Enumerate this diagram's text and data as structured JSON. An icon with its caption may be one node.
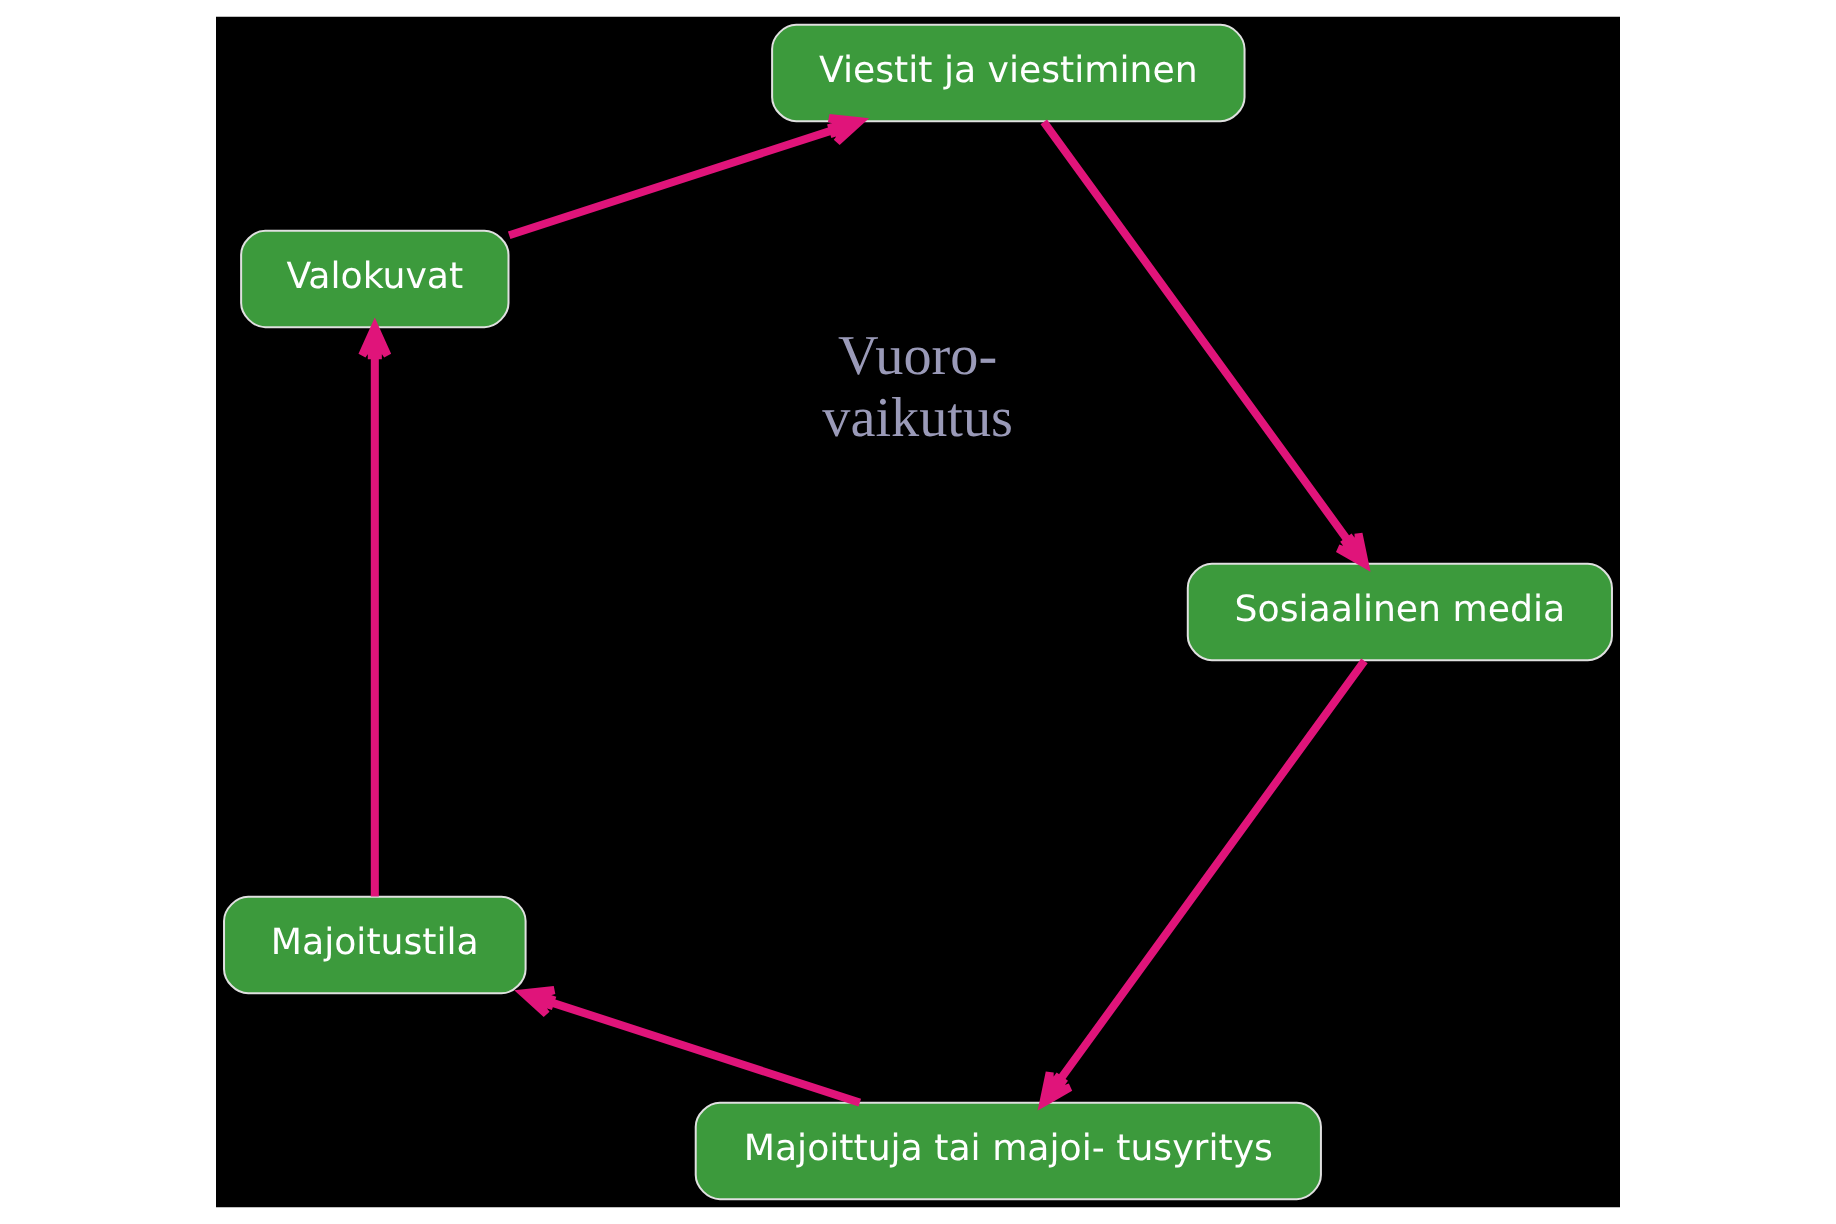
{
  "diagram": {
    "nodes": [
      {
        "text": [
          "Majoittuja tai majoi- tusyritys"
        ]
      },
      {
        "text": [
          "Majoitustila"
        ]
      },
      {
        "text": [
          "Valokuvat"
        ]
      },
      {
        "text": [
          "Viestit ja viestiminen"
        ]
      },
      {
        "text": [
          "Sosiaalinen media"
        ]
      }
    ],
    "edges": [
      {
        "from": 0,
        "to": 1,
        "arrow": "to"
      },
      {
        "from": 1,
        "to": 2,
        "arrow": "to"
      },
      {
        "from": 2,
        "to": 3,
        "arrow": "to"
      },
      {
        "from": 3,
        "to": 4,
        "arrow": "to"
      },
      {
        "from": 4,
        "to": 0,
        "arrow": "to"
      }
    ],
    "labels": [
      "Vuoro- vaikutus"
    ]
  }
}
